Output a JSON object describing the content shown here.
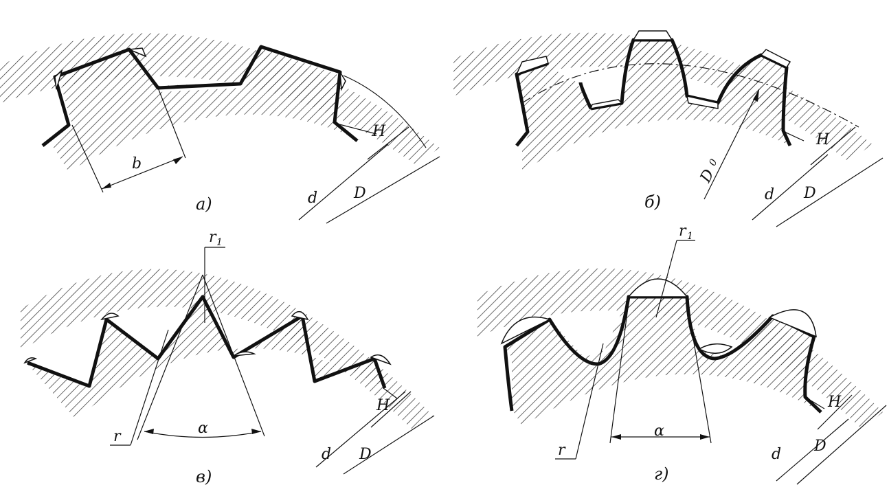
{
  "panels": [
    {
      "id": "a",
      "caption": "а)",
      "profile": "rectangular",
      "labels": {
        "width": "b",
        "height": "H",
        "inner_dia": "d",
        "outer_dia": "D"
      }
    },
    {
      "id": "b",
      "caption": "б)",
      "profile": "involute",
      "labels": {
        "pitch_dia": "D",
        "pitch_dia_sub": "0",
        "height": "H",
        "inner_dia": "d",
        "outer_dia": "D"
      }
    },
    {
      "id": "v",
      "caption": "в)",
      "profile": "triangular",
      "labels": {
        "tip_radius": "r",
        "tip_radius_sub": "1",
        "root_radius": "r",
        "angle": "α",
        "height": "H",
        "inner_dia": "d",
        "outer_dia": "D"
      }
    },
    {
      "id": "g",
      "caption": "г)",
      "profile": "trapezoidal-rounded",
      "labels": {
        "tip_radius": "r",
        "tip_radius_sub": "1",
        "root_radius": "r",
        "angle": "α",
        "height": "H",
        "inner_dia": "d",
        "outer_dia": "D"
      }
    }
  ],
  "colors": {
    "ink": "#111111",
    "hatch": "#2a2a2a",
    "background": "#ffffff"
  }
}
